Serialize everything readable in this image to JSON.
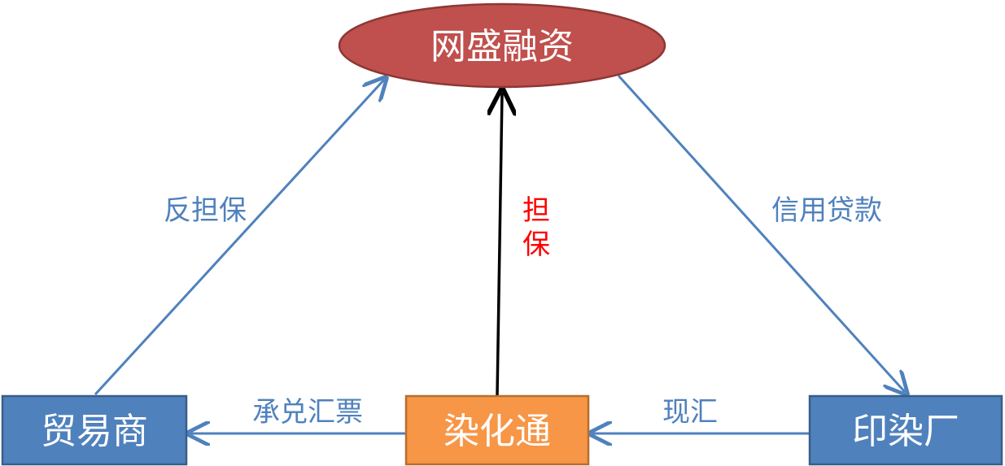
{
  "colors": {
    "ellipse_fill": "#c0504d",
    "ellipse_stroke": "#8c3836",
    "blue_box_fill": "#4f81bd",
    "blue_box_stroke": "#385d8a",
    "orange_box_fill": "#f79646",
    "orange_box_stroke": "#b66d31",
    "blue_arrow": "#4f81bd",
    "black_arrow": "#000000",
    "blue_text": "#4f81bd",
    "red_text": "#ff0000",
    "node_text": "#ffffff"
  },
  "nodes": {
    "wangsheng": "网盛融资",
    "maoyishang": "贸易商",
    "ranhuatong": "染化通",
    "yinranchang": "印染厂"
  },
  "edges": {
    "fan_danbao": "反担保",
    "danbao_1": "担",
    "danbao_2": "保",
    "xinyong_daikuan": "信用贷款",
    "chengdui_huipiao": "承兑汇票",
    "xianhui": "现汇"
  }
}
